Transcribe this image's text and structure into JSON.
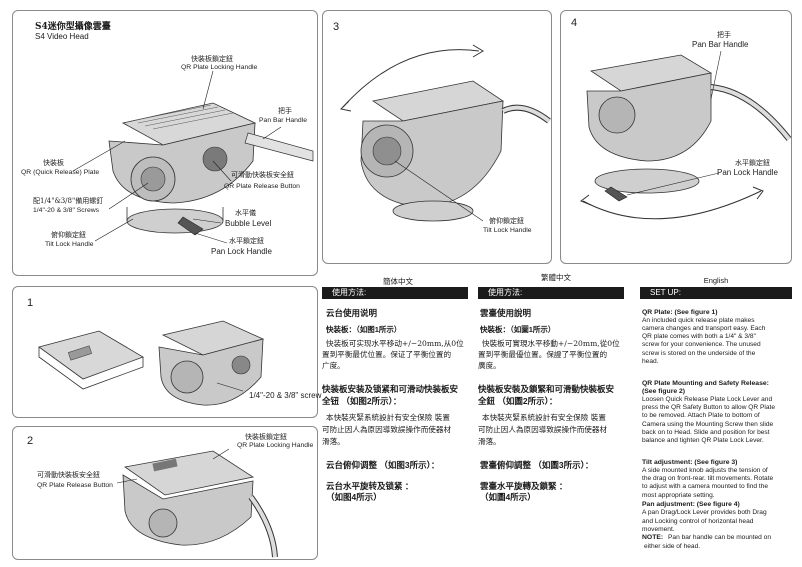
{
  "panel_top_left": {
    "title_cn": "S4迷你型攝像雲臺",
    "title_en": "S4 Video Head",
    "labels": [
      {
        "cn": "快裝板鎖定鈕",
        "en": "QR Plate Locking Handle"
      },
      {
        "cn": "把手",
        "en": "Pan Bar Handle"
      },
      {
        "cn": "快裝板",
        "en": "QR (Quick Release) Plate"
      },
      {
        "cn": "可滑動快裝板安全鈕",
        "en": "QR Plate Release Button"
      },
      {
        "cn": "配1/4\"&3/8\"備用螺釘",
        "en": "1/4\"-20 & 3/8\" Screws"
      },
      {
        "cn": "水平儀",
        "en": "Bubble Level"
      },
      {
        "cn": "俯仰鎖定鈕",
        "en": "Tilt Lock Handle"
      },
      {
        "cn": "水平鎖定鈕",
        "en": "Pan Lock Handle"
      }
    ]
  },
  "panel_3": {
    "number": "3",
    "label_cn": "俯仰鎖定鈕",
    "label_en": "Tilt Lock Handle"
  },
  "panel_4": {
    "number": "4",
    "label1_cn": "把手",
    "label1_en": "Pan Bar Handle",
    "label2_cn": "水平鎖定鈕",
    "label2_en": "Pan Lock Handle"
  },
  "panel_1": {
    "number": "1",
    "label_en": "1/4\"-20 & 3/8\" screw"
  },
  "panel_2": {
    "number": "2",
    "label1_cn": "快裝板鎖定鈕",
    "label1_en": "QR Plate Locking Handle",
    "label2_cn": "可滑動快裝板安全鈕",
    "label2_en": "QR Plate Release Button"
  },
  "simplified": {
    "heading": "簡体中文",
    "bar": "使用方法:",
    "h1": "云台使用说明",
    "p1_title": "快装板：（如图1所示）",
    "p1": [
      "快装板可实现水平移动+/−20mm,从0位",
      "置到平衡最优位置。保证了平衡位置的",
      "广度。"
    ],
    "h2": [
      "快装板安装及锁紧和可滑动快装板安",
      "全钮  （如图2所示）："
    ],
    "p2": [
      "本快裝夾緊系統設計有安全保險 裝置",
      "可防止因人為原因導致誤操作而使器材",
      "滑落。"
    ],
    "h3": "云台俯仰调整   （如图3所示）：",
    "h4": [
      "云台水平旋转及锁紧  ：",
      "（如图4所示）"
    ]
  },
  "traditional": {
    "heading": "繁體中文",
    "bar": "使用方法:",
    "h1": "雲臺使用說明",
    "p1_title": "快裝板：（如圖1所示）",
    "p1": [
      "快裝板可實現水平移動+/−20mm,從0位",
      "置到平衡最優位置。保證了平衡位置的",
      "廣度。"
    ],
    "h2": [
      "快裝板安裝及鎖緊和可滑動快裝板安",
      "全鈕  （如圖2所示）："
    ],
    "p2": [
      "本快裝夾緊系統設計有安全保險 裝置",
      "可防止因人為原因導致誤操作而使器材",
      "滑落。"
    ],
    "h3": "雲臺俯仰調整   （如圖3所示）：",
    "h4": [
      "雲臺水平旋轉及鎖緊  ：",
      "（如圖4所示）"
    ]
  },
  "english": {
    "heading": "English",
    "bar": "SET UP:",
    "s1_title": "QR Plate: (See figure 1)",
    "s1": [
      "An included quick release plate makes",
      "camera changes and transport easy. Each",
      "QR plate comes with both a 1/4\" & 3/8\"",
      "screw for your convenience. The unused",
      "screw is stored on the underside of the",
      "head."
    ],
    "s2_title": [
      "QR Plate Mounting and Safety Release:",
      "(See figure 2)"
    ],
    "s2": [
      "Loosen Quick Release Plate Lock Lever and",
      "press the QR Safety Button to allow QR Plate",
      "to be removed. Attach Plate to bottom of",
      "Camera using the Mounting Screw then slide",
      "back on to Head. Slide and position for best",
      "balance and tighten QR Plate Lock Lever."
    ],
    "s3_title": "Tilt adjustment:  (See figure 3)",
    "s3": [
      "A side mounted knob adjusts the tension of",
      "the drag on front-rear. tilt movements.  Rotate",
      "to adjust with a camera mounted to find the",
      "most appropriate setting."
    ],
    "s4_title": "Pan adjustment:  (See figure 4)",
    "s4": [
      "A pan Drag/Lock Lever provides both Drag",
      "and Locking control of horizontal head",
      "movement."
    ],
    "note_label": "NOTE:",
    "note": [
      "Pan bar handle can be mounted on",
      "either side of head."
    ]
  }
}
